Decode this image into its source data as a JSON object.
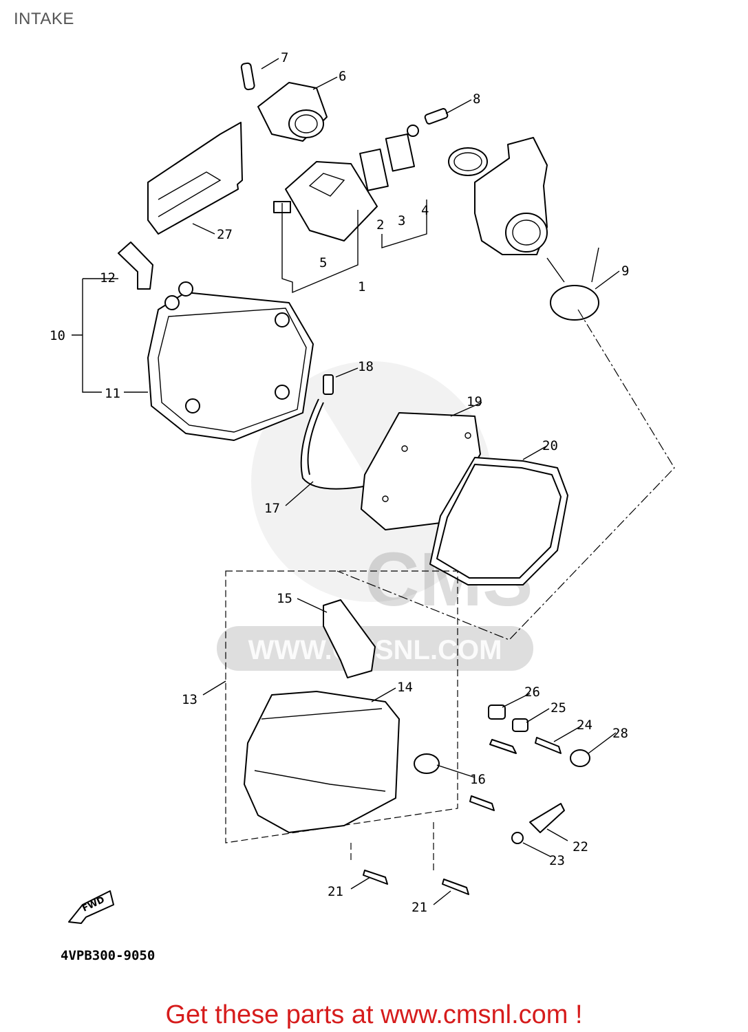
{
  "title": "INTAKE",
  "diagram_code": "4VPB300-9050",
  "fwd_label": "FWD",
  "watermark": {
    "brand": "CMS",
    "url": "WWW.CMSNL.COM"
  },
  "footer_text": "Get these parts at www.cmsnl.com !",
  "callouts": {
    "p1": "1",
    "p2": "2",
    "p3": "3",
    "p4": "4",
    "p5": "5",
    "p6": "6",
    "p7": "7",
    "p8": "8",
    "p9": "9",
    "p10": "10",
    "p11": "11",
    "p12": "12",
    "p13": "13",
    "p14": "14",
    "p15": "15",
    "p16": "16",
    "p17": "17",
    "p18": "18",
    "p19": "19",
    "p20": "20",
    "p21a": "21",
    "p21b": "21",
    "p22": "22",
    "p23": "23",
    "p24": "24",
    "p25": "25",
    "p26": "26",
    "p27": "27",
    "p28": "28"
  }
}
